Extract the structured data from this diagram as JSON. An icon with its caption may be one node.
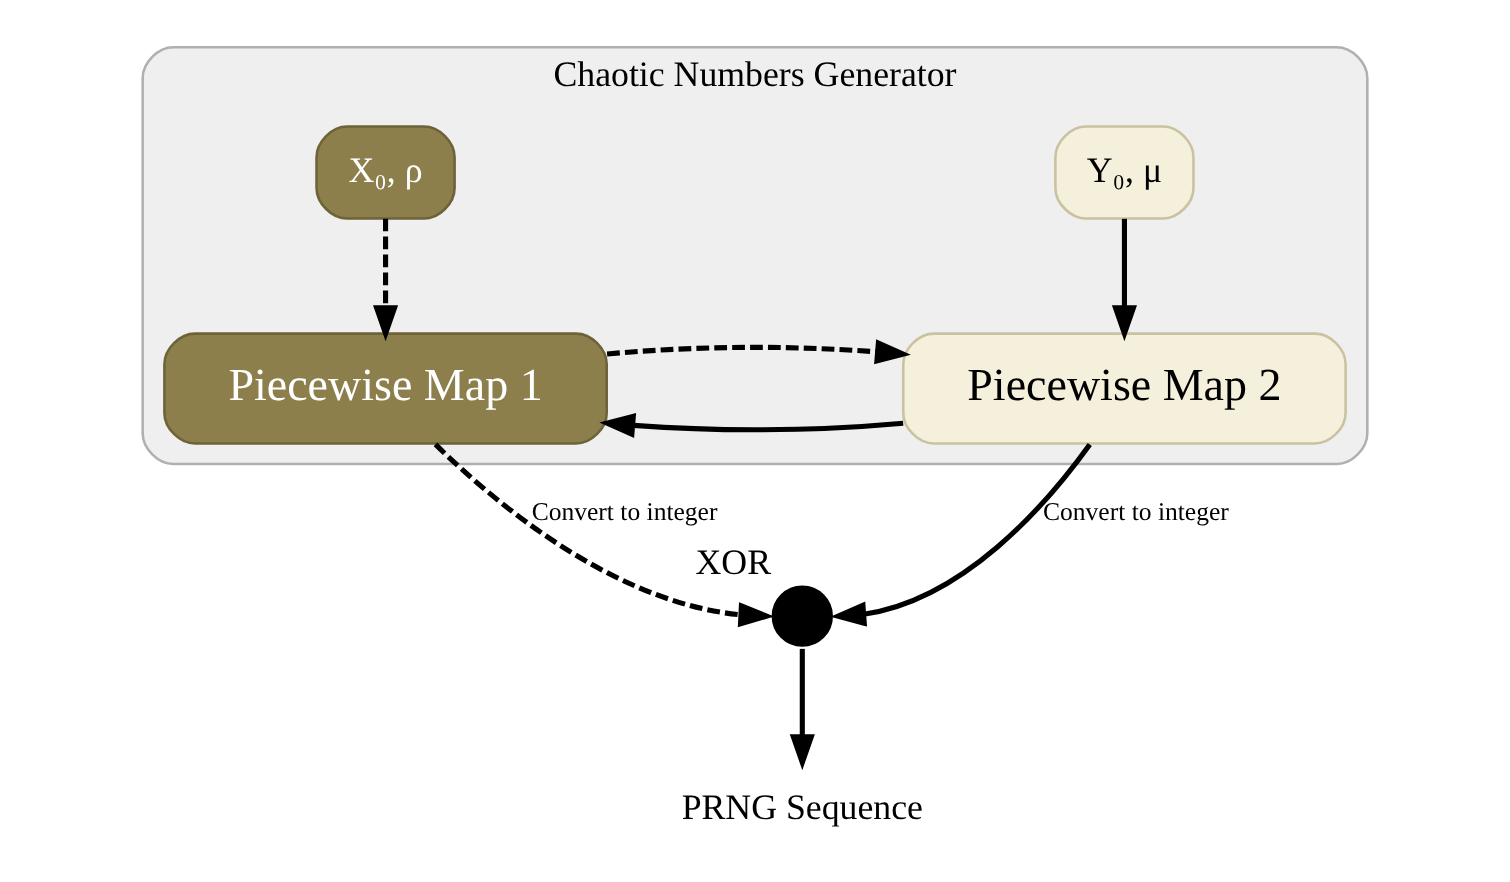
{
  "diagram": {
    "nodes": [
      {
        "text": [
          "Chaotic Numbers Generator"
        ]
      },
      {
        "text": [
          "X₀, ρ"
        ],
        "in": 0
      },
      {
        "text": [
          "Y₀, μ"
        ],
        "in": 0
      },
      {
        "text": [
          "Piecewise Map 1"
        ],
        "in": 0
      },
      {
        "text": [
          "Piecewise Map 2"
        ],
        "in": 0
      },
      {
        "text": [],
        "shape": "circle",
        "beside": [
          "XOR"
        ]
      },
      {
        "text": [
          "PRNG Sequence"
        ]
      }
    ],
    "edges": [
      {
        "from": 1,
        "to": 3,
        "arrow": "to",
        "style": "dashed"
      },
      {
        "from": 2,
        "to": 4,
        "arrow": "to"
      },
      {
        "from": 4,
        "to": 3,
        "arrow": "to"
      },
      {
        "from": 3,
        "to": 4,
        "arrow": "to",
        "style": "dashed"
      },
      {
        "from": 3,
        "to": 5,
        "arrow": "to",
        "style": "dashed",
        "label": "Convert to integer"
      },
      {
        "from": 4,
        "to": 5,
        "arrow": "to",
        "label": "Convert to integer"
      },
      {
        "from": 5,
        "to": 6,
        "arrow": "to"
      }
    ]
  }
}
